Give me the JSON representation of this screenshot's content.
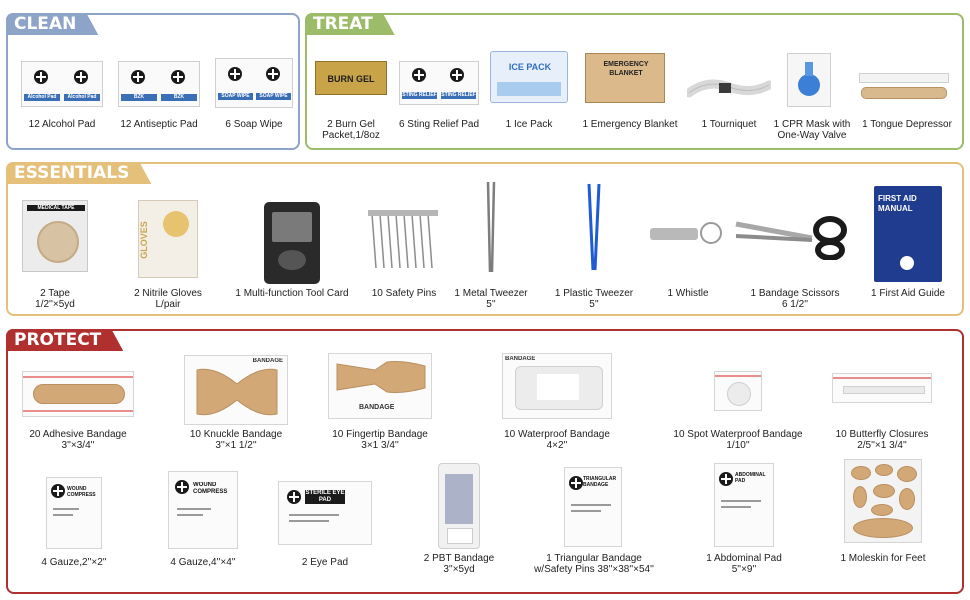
{
  "colors": {
    "clean": "#8da3c7",
    "treat": "#9cbc6a",
    "essentials": "#e5c07b",
    "protect": "#b03030"
  },
  "sections": {
    "clean": {
      "title": "CLEAN",
      "items": [
        {
          "label": "12  Alcohol Pad",
          "pack_text": "Alcohol Pad"
        },
        {
          "label": "12  Antiseptic Pad",
          "pack_text": "BZK"
        },
        {
          "label": "6  Soap Wipe",
          "pack_text": "SOAP WIPE"
        }
      ]
    },
    "treat": {
      "title": "TREAT",
      "items": [
        {
          "label": "2  Burn Gel",
          "label2": "Packet,1/8oz",
          "pack_text": "BURN GEL"
        },
        {
          "label": "6  Sting Relief Pad",
          "pack_text": "STING RELIEF"
        },
        {
          "label": "1  Ice Pack",
          "pack_text": "ICE PACK"
        },
        {
          "label": "1  Emergency Blanket",
          "pack_text": "EMERGENCY BLANKET"
        },
        {
          "label": "1  Tourniquet"
        },
        {
          "label": "1  CPR Mask with",
          "label2": "One-Way Valve"
        },
        {
          "label": "1  Tongue Depressor"
        }
      ]
    },
    "essentials": {
      "title": "ESSENTIALS",
      "items": [
        {
          "label": "2  Tape",
          "label2": "1/2''×5yd",
          "pack_text": "MEDICAL TAPE"
        },
        {
          "label": "2  Nitrile Gloves",
          "label2": "L/pair",
          "pack_text": "GLOVES"
        },
        {
          "label": "1  Multi-function Tool Card"
        },
        {
          "label": "10  Safety Pins"
        },
        {
          "label": "1  Metal Tweezer",
          "label2": "5''"
        },
        {
          "label": "1  Plastic Tweezer",
          "label2": "5''"
        },
        {
          "label": "1  Whistle"
        },
        {
          "label": "1  Bandage Scissors",
          "label2": "6 1/2''"
        },
        {
          "label": "1  First Aid Guide",
          "pack_text": "FIRST AID MANUAL"
        }
      ]
    },
    "protect": {
      "title": "PROTECT",
      "items": [
        {
          "label": "20  Adhesive Bandage",
          "label2": "3''×3/4''"
        },
        {
          "label": "10  Knuckle Bandage",
          "label2": "3''×1 1/2''",
          "pack_text": "BANDAGE"
        },
        {
          "label": "10  Fingertip Bandage",
          "label2": "3×1 3/4''",
          "pack_text": "BANDAGE"
        },
        {
          "label": "10  Waterproof Bandage",
          "label2": "4×2''",
          "pack_text": "BANDAGE"
        },
        {
          "label": "10  Spot Waterproof Bandage",
          "label2": "1/10''"
        },
        {
          "label": "10  Butterfly Closures",
          "label2": "2/5''×1 3/4''"
        },
        {
          "label": "4  Gauze,2''×2''",
          "pack_text": "WOUND COMPRESS"
        },
        {
          "label": "4  Gauze,4''×4''",
          "pack_text": "WOUND COMPRESS"
        },
        {
          "label": "2  Eye Pad",
          "pack_text": "STERILE EYE PAD"
        },
        {
          "label": "2  PBT Bandage",
          "label2": "3''×5yd"
        },
        {
          "label": "1  Triangular Bandage",
          "label2": "w/Safety Pins 38''×38''×54''",
          "pack_text": "TRIANGULAR BANDAGE"
        },
        {
          "label": "1  Abdominal Pad",
          "label2": "5''×9''",
          "pack_text": "ABDOMINAL PAD"
        },
        {
          "label": "1  Moleskin for Feet"
        }
      ]
    }
  }
}
